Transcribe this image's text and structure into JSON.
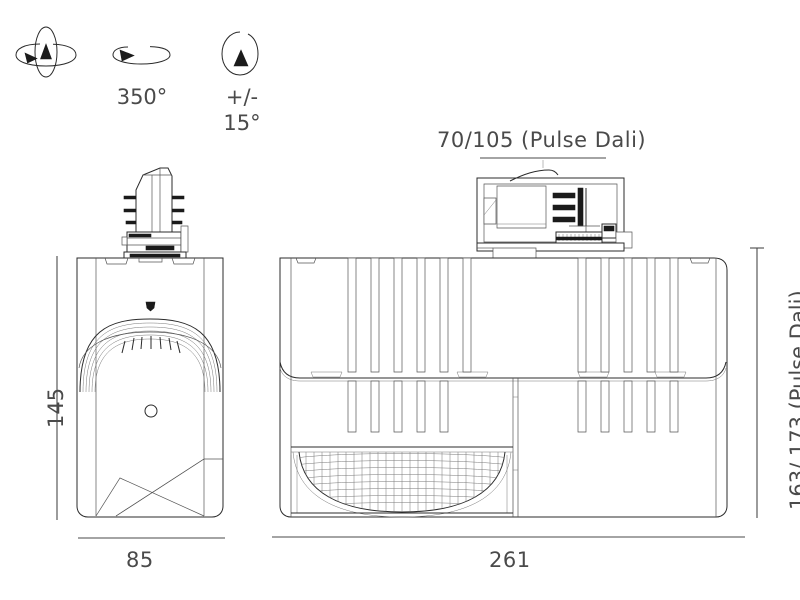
{
  "drawing": {
    "kind": "technical-dimension-drawing",
    "subject": "adjustable track spotlight luminaire",
    "units": "mm",
    "background_color": "#ffffff",
    "line_color": "#2b2b2b",
    "text_color": "#4a4a4a"
  },
  "rotation_icons": [
    {
      "id": "tilt-and-pan-icon",
      "icon": "dual-axis-rotation-icon",
      "label": ""
    },
    {
      "id": "pan-rotation-icon",
      "icon": "horizontal-rotation-icon",
      "label": "350°"
    },
    {
      "id": "tilt-rotation-icon",
      "icon": "vertical-rotation-icon",
      "label": "+/-\n15°",
      "label_line1": "+/-",
      "label_line2": "15°"
    }
  ],
  "dimensions": {
    "top": {
      "id": "driver-height-dimension",
      "label": "70/105 (Pulse Dali)"
    },
    "right": {
      "id": "overall-height-dimension",
      "label": "163/ 173 (Pulse Dali)"
    },
    "left": {
      "id": "front-view-height-dimension",
      "label": "145"
    },
    "bottom_left": {
      "id": "front-view-width-dimension",
      "label": "85"
    },
    "bottom_right": {
      "id": "side-view-length-dimension",
      "label": "261"
    }
  },
  "views": {
    "front": {
      "name": "front-view",
      "features": [
        "track-adapter",
        "tilt-scale-arc",
        "pivot-screw",
        "chamfered-base"
      ]
    },
    "side": {
      "name": "side-view",
      "features": [
        "driver-housing",
        "cooling-fins",
        "honeycomb-louver",
        "track-adapter"
      ]
    }
  }
}
